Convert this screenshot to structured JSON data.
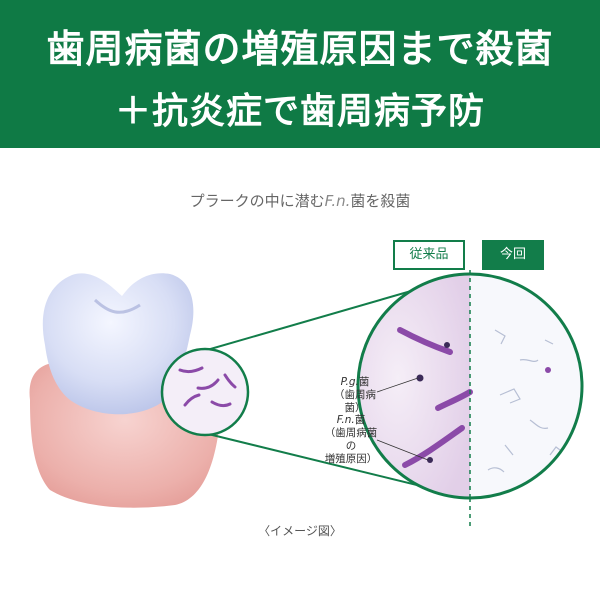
{
  "header": {
    "line1": "歯周病菌の増殖原因まで殺菌",
    "line2": "＋抗炎症で歯周病予防"
  },
  "subtitle": {
    "prefix": "プラークの中に潜む",
    "fn": "F.n.",
    "suffix": "菌を殺菌"
  },
  "badges": {
    "previous": "従来品",
    "current": "今回"
  },
  "labels": {
    "pg_name": "P.g.",
    "pg_suffix": "菌",
    "pg_desc": "（歯周病菌）",
    "fn_name": "F.n.",
    "fn_suffix": "菌",
    "fn_desc1": "（歯周病菌の",
    "fn_desc2": "増殖原因）"
  },
  "caption": "〈イメージ図〉",
  "colors": {
    "banner": "#0f7a45",
    "accent": "#127d4a",
    "bacteria": "#8b4aa8"
  }
}
